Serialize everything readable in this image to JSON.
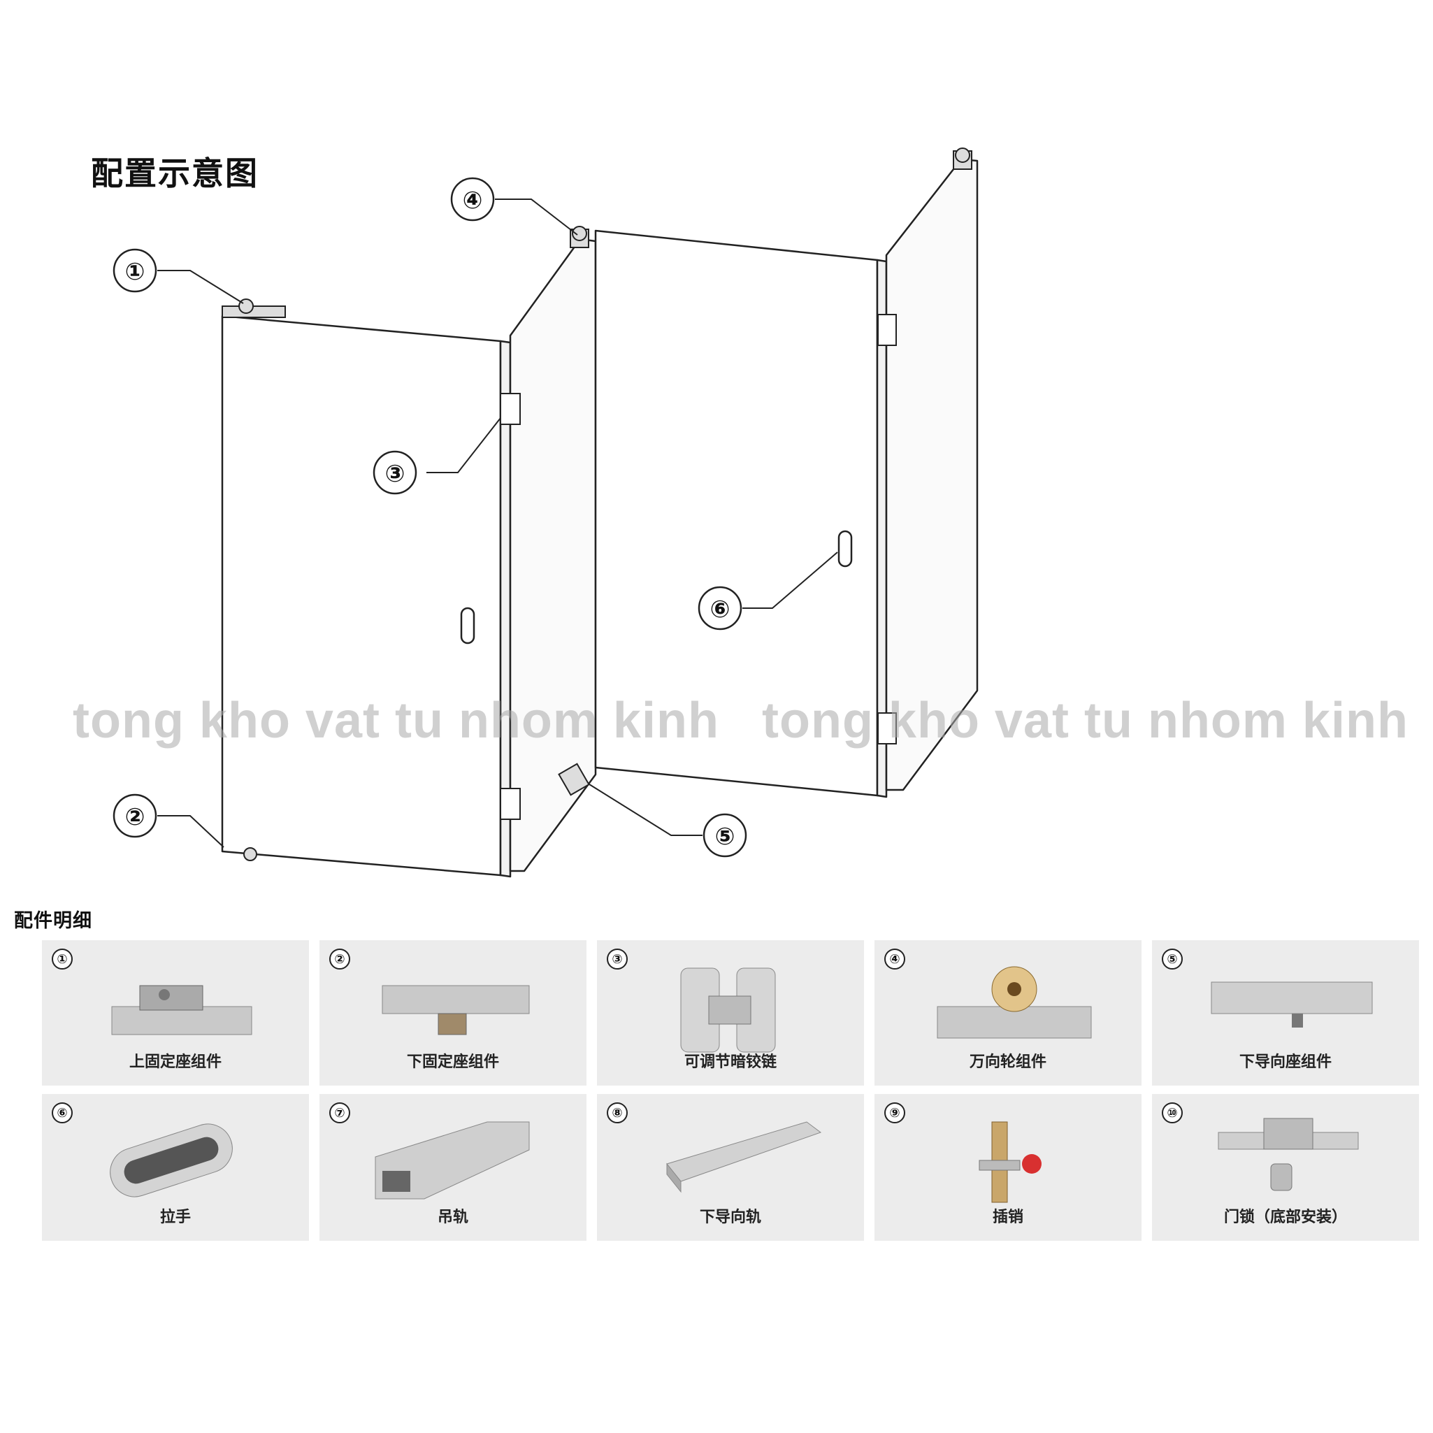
{
  "title": "配置示意图",
  "subtitle": "配件明细",
  "watermark": "tong kho vat tu nhom kinh",
  "callouts": [
    "①",
    "②",
    "③",
    "④",
    "⑤",
    "⑥"
  ],
  "parts": [
    {
      "num": "①",
      "label": "上固定座组件",
      "icon": "top-pivot-assembly-icon"
    },
    {
      "num": "②",
      "label": "下固定座组件",
      "icon": "bottom-pivot-assembly-icon"
    },
    {
      "num": "③",
      "label": "可调节暗铰链",
      "icon": "concealed-hinge-icon"
    },
    {
      "num": "④",
      "label": "万向轮组件",
      "icon": "roller-assembly-icon"
    },
    {
      "num": "⑤",
      "label": "下导向座组件",
      "icon": "bottom-guide-icon"
    },
    {
      "num": "⑥",
      "label": "拉手",
      "icon": "recessed-handle-icon"
    },
    {
      "num": "⑦",
      "label": "吊轨",
      "icon": "top-track-icon"
    },
    {
      "num": "⑧",
      "label": "下导向轨",
      "icon": "bottom-track-icon"
    },
    {
      "num": "⑨",
      "label": "插销",
      "icon": "bolt-latch-icon"
    },
    {
      "num": "⑩",
      "label": "门锁（底部安装）",
      "icon": "door-lock-icon"
    }
  ]
}
